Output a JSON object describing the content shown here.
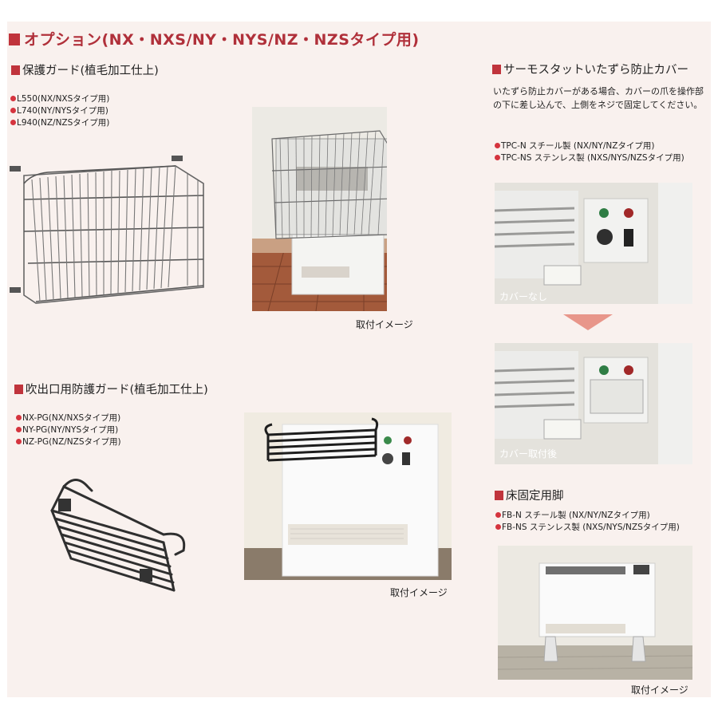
{
  "title": "オプション(NX・NXS/NY・NYS/NZ・NZSタイプ用)",
  "sections": {
    "protect_guard": {
      "heading": "保護ガード(植毛加工仕上)",
      "items": [
        "L550(NX/NXSタイプ用)",
        "L740(NY/NYSタイプ用)",
        "L940(NZ/NZSタイプ用)"
      ],
      "caption": "取付イメージ"
    },
    "outlet_guard": {
      "heading": "吹出口用防護ガード(植毛加工仕上)",
      "items": [
        "NX-PG(NX/NXSタイプ用)",
        "NY-PG(NY/NYSタイプ用)",
        "NZ-PG(NZ/NZSタイプ用)"
      ],
      "caption": "取付イメージ"
    },
    "thermostat_cover": {
      "heading": "サーモスタットいたずら防止カバー",
      "description": "いたずら防止カバーがある場合、カバーの爪を操作部の下に差し込んで、上側をネジで固定してください。",
      "items": [
        "TPC-N スチール製 (NX/NY/NZタイプ用)",
        "TPC-NS ステンレス製 (NXS/NYS/NZSタイプ用)"
      ],
      "label_before": "カバーなし",
      "label_after": "カバー取付後"
    },
    "floor_legs": {
      "heading": "床固定用脚",
      "items": [
        "FB-N スチール製 (NX/NY/NZタイプ用)",
        "FB-NS ステンレス製 (NXS/NYS/NZSタイプ用)"
      ],
      "caption": "取付イメージ"
    }
  },
  "colors": {
    "accent": "#c0343c",
    "title": "#b0303a",
    "panel_bg": "#f9f1ee",
    "arrow": "#e8968a"
  }
}
